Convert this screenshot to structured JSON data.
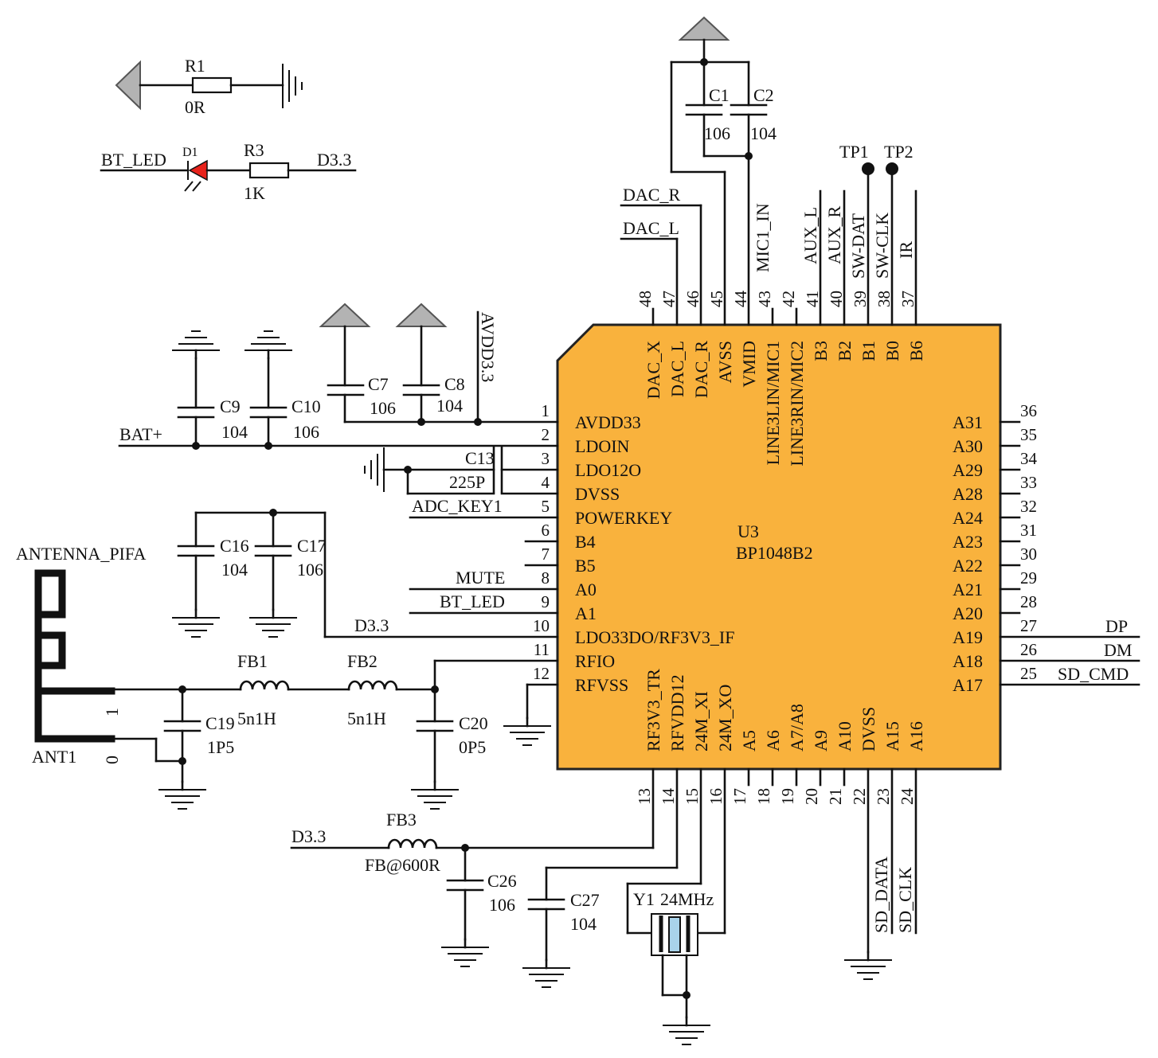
{
  "colors": {
    "chip_fill": "#F9B23D",
    "led_color": "#E8221B",
    "crystal_color": "#A9D3EA",
    "power_triangle": "#B3B3B3"
  },
  "chip": {
    "ref": "U3",
    "part": "BP1048B2"
  },
  "pins_left": [
    {
      "num": "1",
      "name": "AVDD33"
    },
    {
      "num": "2",
      "name": "LDOIN"
    },
    {
      "num": "3",
      "name": "LDO12O"
    },
    {
      "num": "4",
      "name": "DVSS"
    },
    {
      "num": "5",
      "name": "POWERKEY"
    },
    {
      "num": "6",
      "name": "B4"
    },
    {
      "num": "7",
      "name": "B5"
    },
    {
      "num": "8",
      "name": "A0"
    },
    {
      "num": "9",
      "name": "A1"
    },
    {
      "num": "10",
      "name": "LDO33DO/RF3V3_IF"
    },
    {
      "num": "11",
      "name": "RFIO"
    },
    {
      "num": "12",
      "name": "RFVSS"
    }
  ],
  "pins_right": [
    {
      "num": "36",
      "name": "A31"
    },
    {
      "num": "35",
      "name": "A30"
    },
    {
      "num": "34",
      "name": "A29"
    },
    {
      "num": "33",
      "name": "A28"
    },
    {
      "num": "32",
      "name": "A24"
    },
    {
      "num": "31",
      "name": "A23"
    },
    {
      "num": "30",
      "name": "A22"
    },
    {
      "num": "29",
      "name": "A21"
    },
    {
      "num": "28",
      "name": "A20"
    },
    {
      "num": "27",
      "name": "A19"
    },
    {
      "num": "26",
      "name": "A18"
    },
    {
      "num": "25",
      "name": "A17"
    }
  ],
  "pins_top": [
    {
      "num": "48",
      "name": "DAC_X"
    },
    {
      "num": "47",
      "name": "DAC_L"
    },
    {
      "num": "46",
      "name": "DAC_R"
    },
    {
      "num": "45",
      "name": "AVSS"
    },
    {
      "num": "44",
      "name": "VMID"
    },
    {
      "num": "43",
      "name": "LINE3LIN/MIC1"
    },
    {
      "num": "42",
      "name": "LINE3RIN/MIC2"
    },
    {
      "num": "41",
      "name": "B3"
    },
    {
      "num": "40",
      "name": "B2"
    },
    {
      "num": "39",
      "name": "B1"
    },
    {
      "num": "38",
      "name": "B0"
    },
    {
      "num": "37",
      "name": "B6"
    }
  ],
  "pins_bottom": [
    {
      "num": "13",
      "name": "RF3V3_TR"
    },
    {
      "num": "14",
      "name": "RFVDD12"
    },
    {
      "num": "15",
      "name": "24M_XI"
    },
    {
      "num": "16",
      "name": "24M_XO"
    },
    {
      "num": "17",
      "name": "A5"
    },
    {
      "num": "18",
      "name": "A6"
    },
    {
      "num": "19",
      "name": "A7/A8"
    },
    {
      "num": "20",
      "name": "A9"
    },
    {
      "num": "21",
      "name": "A10"
    },
    {
      "num": "22",
      "name": "DVSS"
    },
    {
      "num": "23",
      "name": "A15"
    },
    {
      "num": "24",
      "name": "A16"
    }
  ],
  "nets": {
    "bat": "BAT+",
    "adc_key": "ADC_KEY1",
    "mute": "MUTE",
    "bt_led": "BT_LED",
    "d33": "D3.3",
    "avdd": "AVDD3.3",
    "dac_r": "DAC_R",
    "dac_l": "DAC_L",
    "mic1": "MIC1_IN",
    "aux_l": "AUX_L",
    "aux_r": "AUX_R",
    "sw_dat": "SW-DAT",
    "sw_clk": "SW-CLK",
    "ir": "IR",
    "dp": "DP",
    "dm": "DM",
    "sd_cmd": "SD_CMD",
    "sd_data": "SD_DATA",
    "sd_clk": "SD_CLK"
  },
  "components": {
    "r1": {
      "ref": "R1",
      "value": "0R"
    },
    "r3": {
      "ref": "R3",
      "value": "1K"
    },
    "d1": {
      "ref": "D1"
    },
    "c1": {
      "ref": "C1",
      "value": "106"
    },
    "c2": {
      "ref": "C2",
      "value": "104"
    },
    "c7": {
      "ref": "C7",
      "value": "106"
    },
    "c8": {
      "ref": "C8",
      "value": "104"
    },
    "c9": {
      "ref": "C9",
      "value": "104"
    },
    "c10": {
      "ref": "C10",
      "value": "106"
    },
    "c13": {
      "ref": "C13",
      "value": "225P"
    },
    "c16": {
      "ref": "C16",
      "value": "104"
    },
    "c17": {
      "ref": "C17",
      "value": "106"
    },
    "c19": {
      "ref": "C19",
      "value": "1P5"
    },
    "c20": {
      "ref": "C20",
      "value": "0P5"
    },
    "c26": {
      "ref": "C26",
      "value": "106"
    },
    "c27": {
      "ref": "C27",
      "value": "104"
    },
    "fb1": {
      "ref": "FB1",
      "value": "5n1H"
    },
    "fb2": {
      "ref": "FB2",
      "value": "5n1H"
    },
    "fb3": {
      "ref": "FB3",
      "value": "FB@600R"
    },
    "y1": {
      "ref": "Y1",
      "value": "24MHz"
    },
    "tp1": "TP1",
    "tp2": "TP2",
    "antenna": {
      "name": "ANTENNA_PIFA",
      "ref": "ANT1",
      "pin1": "1",
      "pin0": "0"
    }
  }
}
